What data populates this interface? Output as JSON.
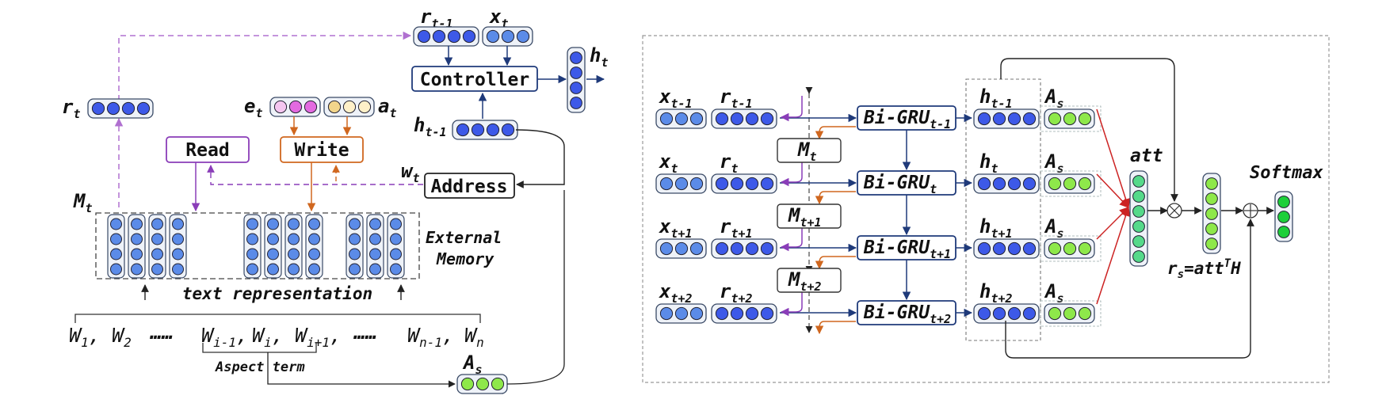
{
  "colors": {
    "blue_node": "#3d59e8",
    "lightblue_node": "#5b8be8",
    "pink_node": "#e36ae0",
    "lightpink_node": "#f5c6f0",
    "yellow_node": "#f2d58b",
    "green_node": "#8ee84a",
    "att_node": "#55d98a",
    "softmax_node": "#1ccf3a",
    "purple_arrow": "#8a3db8",
    "orange_arrow": "#d0671f",
    "navy_arrow": "#1f3a7a",
    "red_arrow": "#cc2222"
  },
  "left": {
    "r_t_minus_1": {
      "base": "r",
      "sub": "t-1"
    },
    "x_t": {
      "base": "x",
      "sub": "t"
    },
    "controller": "Controller",
    "h_t": {
      "base": "h",
      "sub": "t"
    },
    "r_t": {
      "base": "r",
      "sub": "t"
    },
    "e_t": {
      "base": "e",
      "sub": "t"
    },
    "a_t": {
      "base": "a",
      "sub": "t"
    },
    "read": "Read",
    "write": "Write",
    "h_t_minus_1": {
      "base": "h",
      "sub": "t-1"
    },
    "w_t": {
      "base": "w",
      "sub": "t"
    },
    "address": "Address",
    "m_t": {
      "base": "M",
      "sub": "t"
    },
    "external": "External",
    "memory": "Memory",
    "text_representation": "text representation",
    "words": [
      {
        "base": "W",
        "sub": "1",
        "sep": ","
      },
      {
        "base": "W",
        "sub": "2",
        "sep": ""
      },
      {
        "base": "……",
        "sub": "",
        "sep": ""
      },
      {
        "base": "W",
        "sub": "i-1",
        "sep": ","
      },
      {
        "base": "W",
        "sub": "i",
        "sep": ","
      },
      {
        "base": "W",
        "sub": "i+1",
        "sep": ","
      },
      {
        "base": "……",
        "sub": "",
        "sep": ""
      },
      {
        "base": "W",
        "sub": "n-1",
        "sep": ","
      },
      {
        "base": "W",
        "sub": "n",
        "sep": ""
      }
    ],
    "aspect_term": "Aspect term",
    "a_s": {
      "base": "A",
      "sub": "s"
    }
  },
  "right": {
    "rows": [
      {
        "x": {
          "base": "x",
          "sub": "t-1"
        },
        "r": {
          "base": "r",
          "sub": "t-1"
        },
        "gru": {
          "base": "Bi-GRU",
          "sub": "t-1"
        },
        "h": {
          "base": "h",
          "sub": "t-1"
        },
        "as": {
          "base": "A",
          "sub": "s"
        }
      },
      {
        "x": {
          "base": "x",
          "sub": "t"
        },
        "r": {
          "base": "r",
          "sub": "t"
        },
        "gru": {
          "base": "Bi-GRU",
          "sub": "t"
        },
        "h": {
          "base": "h",
          "sub": "t"
        },
        "as": {
          "base": "A",
          "sub": "s"
        }
      },
      {
        "x": {
          "base": "x",
          "sub": "t+1"
        },
        "r": {
          "base": "r",
          "sub": "t+1"
        },
        "gru": {
          "base": "Bi-GRU",
          "sub": "t+1"
        },
        "h": {
          "base": "h",
          "sub": "t+1"
        },
        "as": {
          "base": "A",
          "sub": "s"
        }
      },
      {
        "x": {
          "base": "x",
          "sub": "t+2"
        },
        "r": {
          "base": "r",
          "sub": "t+2"
        },
        "gru": {
          "base": "Bi-GRU",
          "sub": "t+2"
        },
        "h": {
          "base": "h",
          "sub": "t+2"
        },
        "as": {
          "base": "A",
          "sub": "s"
        }
      }
    ],
    "memories": [
      {
        "base": "M",
        "sub": "t"
      },
      {
        "base": "M",
        "sub": "t+1"
      },
      {
        "base": "M",
        "sub": "t+2"
      }
    ],
    "att": "att",
    "rs_formula": {
      "base": "r",
      "sub": "s",
      "rest": "=att",
      "sup": "T",
      "tail": "H"
    },
    "softmax": "Softmax"
  }
}
